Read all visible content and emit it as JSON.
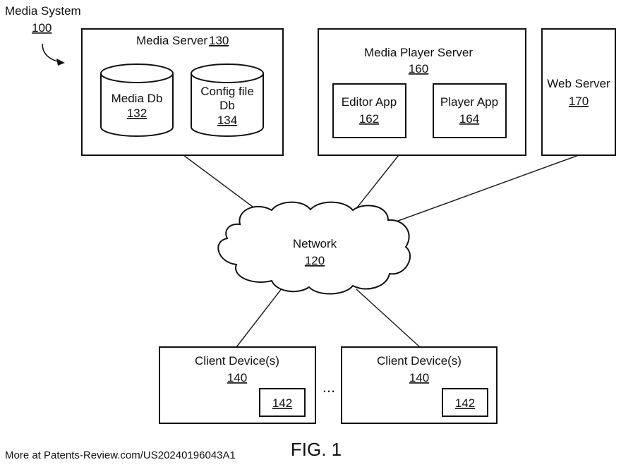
{
  "system": {
    "label": "Media System",
    "ref": "100"
  },
  "media_server": {
    "label": "Media Server",
    "ref": "130",
    "media_db": {
      "label": "Media Db",
      "ref": "132"
    },
    "config_db": {
      "label_line1": "Config file",
      "label_line2": "Db",
      "ref": "134"
    }
  },
  "media_player_server": {
    "label": "Media Player Server",
    "ref": "160",
    "editor_app": {
      "label": "Editor App",
      "ref": "162"
    },
    "player_app": {
      "label": "Player App",
      "ref": "164"
    }
  },
  "web_server": {
    "label": "Web Server",
    "ref": "170"
  },
  "network": {
    "label": "Network",
    "ref": "120"
  },
  "client_devices": [
    {
      "label": "Client Device(s)",
      "ref": "140",
      "inner_ref": "142"
    },
    {
      "label": "Client Device(s)",
      "ref": "140",
      "inner_ref": "142"
    }
  ],
  "ellipsis": "...",
  "figure_label": "FIG. 1",
  "footer": "More at Patents-Review.com/US20240196043A1"
}
